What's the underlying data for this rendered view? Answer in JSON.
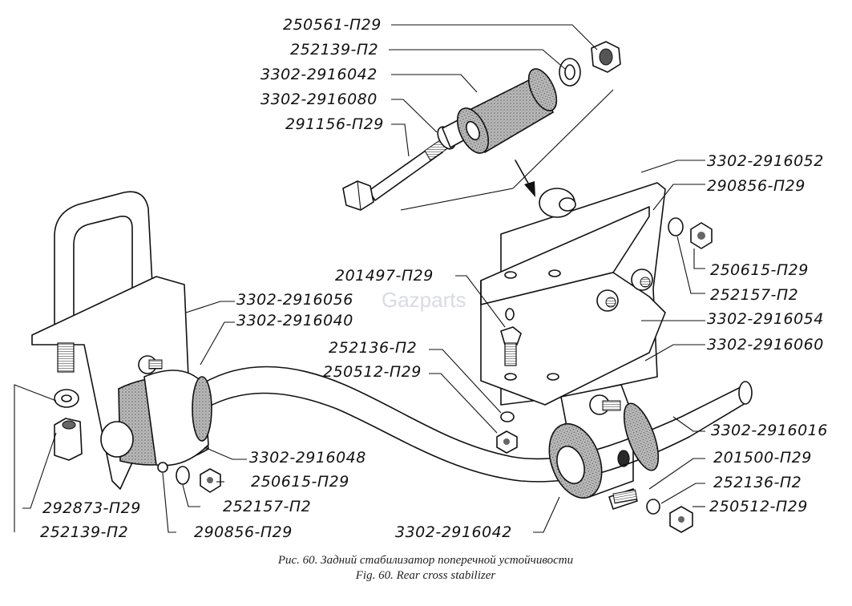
{
  "figure": {
    "watermark": "Gazparts",
    "caption_ru": "Рис. 60. Задний стабилизатор поперечной устойчивости",
    "caption_en": "Fig. 60. Rear cross stabilizer",
    "ink_color": "#111111",
    "rubber_color": "#8a8a8a"
  },
  "labels": [
    {
      "id": "l01",
      "text": "250561-П29"
    },
    {
      "id": "l02",
      "text": "252139-П2"
    },
    {
      "id": "l03",
      "text": "3302-2916042"
    },
    {
      "id": "l04",
      "text": "3302-2916080"
    },
    {
      "id": "l05",
      "text": "291156-П29"
    },
    {
      "id": "l06",
      "text": "3302-2916052"
    },
    {
      "id": "l07",
      "text": "290856-П29"
    },
    {
      "id": "l08",
      "text": "250615-П29"
    },
    {
      "id": "l09",
      "text": "252157-П2"
    },
    {
      "id": "l10",
      "text": "201497-П29"
    },
    {
      "id": "l11",
      "text": "3302-2916056"
    },
    {
      "id": "l12",
      "text": "3302-2916040"
    },
    {
      "id": "l13",
      "text": "3302-2916054"
    },
    {
      "id": "l14",
      "text": "252136-П2"
    },
    {
      "id": "l15",
      "text": "3302-2916060"
    },
    {
      "id": "l16",
      "text": "250512-П29"
    },
    {
      "id": "l17",
      "text": "3302-2916016"
    },
    {
      "id": "l18",
      "text": "3302-2916048"
    },
    {
      "id": "l19",
      "text": "201500-П29"
    },
    {
      "id": "l20",
      "text": "250615-П29"
    },
    {
      "id": "l21",
      "text": "252136-П2"
    },
    {
      "id": "l22",
      "text": "292873-П29"
    },
    {
      "id": "l23",
      "text": "252157-П2"
    },
    {
      "id": "l24",
      "text": "250512-П29"
    },
    {
      "id": "l25",
      "text": "252139-П2"
    },
    {
      "id": "l26",
      "text": "290856-П29"
    },
    {
      "id": "l27",
      "text": "3302-2916042"
    }
  ]
}
